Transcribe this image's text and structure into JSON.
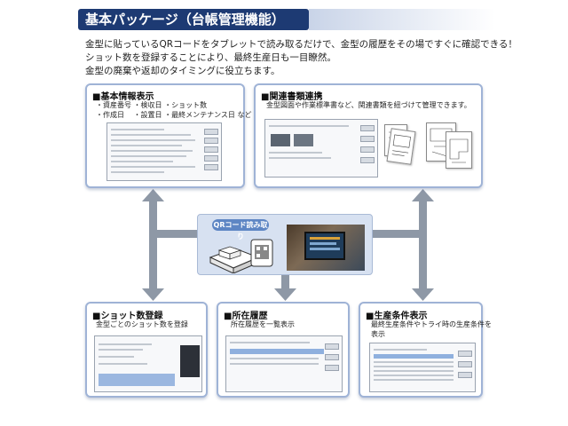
{
  "title": "基本パッケージ（台帳管理機能）",
  "intro": [
    "金型に貼っているQRコードをタブレットで読み取るだけで、金型の履歴をその場ですぐに確認できる！",
    "ショット数を登録することにより、最終生産日も一目瞭然。",
    "金型の廃棄や返却のタイミングに役立ちます。"
  ],
  "panels": {
    "basic": {
      "title": "■基本情報表示",
      "desc1": "・資産番号 ・検収日 ・ショット数",
      "desc2": "・作成日　 ・設置日 ・最終メンテナンス日 など"
    },
    "docs": {
      "title": "■関連書類連携",
      "desc1": "金型図面や作業標準書など、関連書類を紐づけて管理できます。"
    },
    "shot": {
      "title": "■ショット数登録",
      "desc1": "金型ごとのショット数を登録"
    },
    "location": {
      "title": "■所在履歴",
      "desc1": "所在履歴を一覧表示"
    },
    "production": {
      "title": "■生産条件表示",
      "desc1": "最終生産条件やトライ時の生産条件を",
      "desc2": "表示"
    }
  },
  "center": {
    "qr_label": "QRコード読み取り"
  },
  "colors": {
    "title_bg": "#1d3a73",
    "panel_border": "#9fb3d6",
    "arrow": "#8e98a6",
    "center_bg": "#d7e1f1",
    "qr_label_bg": "#5e86c4"
  },
  "icons": [
    "mold-qr-illustration",
    "tablet-photo",
    "arrow-up",
    "arrow-down"
  ]
}
